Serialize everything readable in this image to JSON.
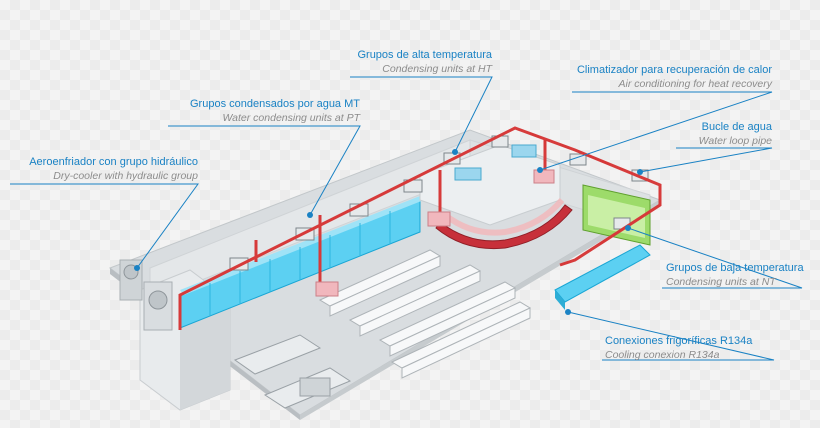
{
  "colors": {
    "accent": "#1a82c4",
    "pipe_red": "#d63a3a",
    "refrigeration_cyan": "#3fc4e8",
    "heat_green": "#8fd35a",
    "floor": "#d7dcdf"
  },
  "callouts": [
    {
      "id": "dry-cooler",
      "es": "Aeroenfriador con grupo hidráulico",
      "en": "Dry-cooler with hydraulic group"
    },
    {
      "id": "water-condensing",
      "es": "Grupos condensados por agua MT",
      "en": "Water condensing units at PT"
    },
    {
      "id": "high-temp",
      "es": "Grupos de alta temperatura",
      "en": "Condensing units at HT"
    },
    {
      "id": "air-conditioning",
      "es": "Climatizador para recuperación de calor",
      "en": "Air conditioning for heat recovery"
    },
    {
      "id": "water-loop",
      "es": "Bucle de agua",
      "en": "Water loop pipe"
    },
    {
      "id": "low-temp",
      "es": "Grupos de baja temperatura",
      "en": "Condensing units at NT"
    },
    {
      "id": "cooling-connections",
      "es": "Conexiones frigoríficas R134a",
      "en": "Cooling conexion R134a"
    }
  ]
}
